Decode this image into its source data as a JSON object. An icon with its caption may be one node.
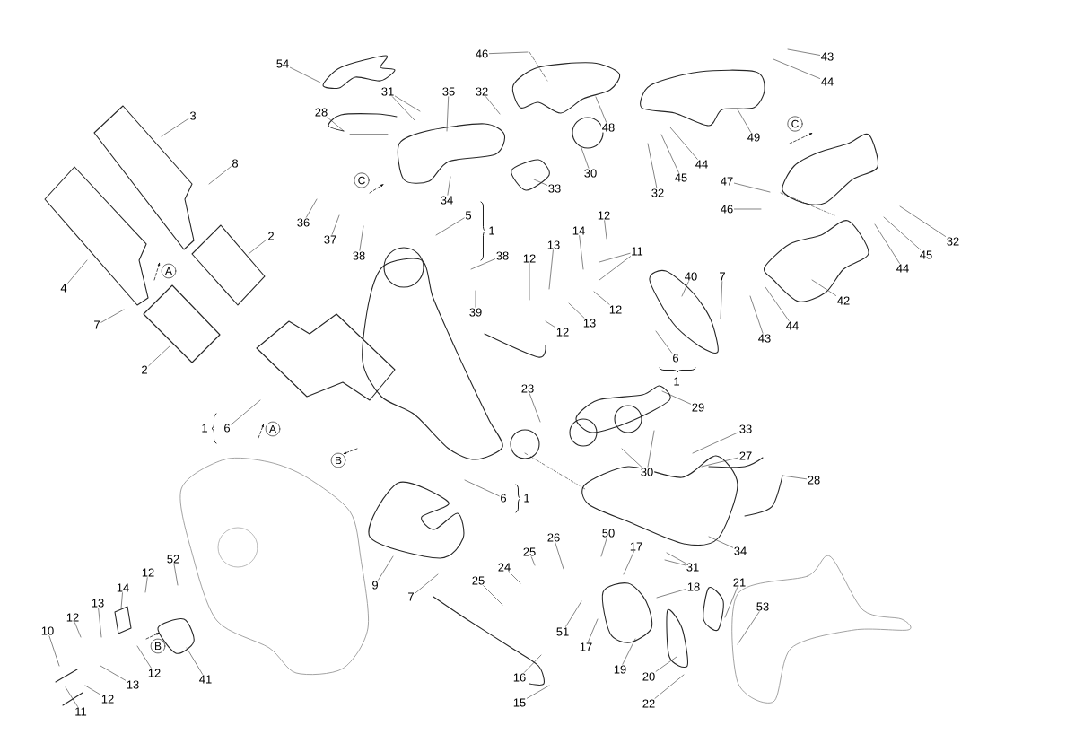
{
  "diagram": {
    "nodes": [
      {
        "text": [
          "46"
        ]
      },
      {
        "text": [
          "43"
        ]
      },
      {
        "text": [
          "54"
        ]
      },
      {
        "text": [
          "44"
        ]
      },
      {
        "text": [
          "31"
        ]
      },
      {
        "text": [
          "35"
        ]
      },
      {
        "text": [
          "32"
        ]
      },
      {
        "text": [
          "28"
        ]
      },
      {
        "text": [
          "3"
        ]
      },
      {
        "text": [
          "48"
        ]
      },
      {
        "text": [
          "49"
        ]
      },
      {
        "text": [
          "8"
        ]
      },
      {
        "text": [
          "44"
        ]
      },
      {
        "text": [
          "30"
        ]
      },
      {
        "text": [
          "45"
        ]
      },
      {
        "text": [
          "47"
        ]
      },
      {
        "text": [
          "33"
        ]
      },
      {
        "text": [
          "32"
        ]
      },
      {
        "text": [
          "34"
        ]
      },
      {
        "text": [
          "46"
        ]
      },
      {
        "text": [
          "5"
        ]
      },
      {
        "text": [
          "12"
        ]
      },
      {
        "text": [
          "36"
        ]
      },
      {
        "text": [
          "14"
        ]
      },
      {
        "text": [
          "2"
        ]
      },
      {
        "text": [
          "37"
        ]
      },
      {
        "text": [
          "32"
        ]
      },
      {
        "text": [
          "13"
        ]
      },
      {
        "text": [
          "11"
        ]
      },
      {
        "text": [
          "38"
        ]
      },
      {
        "text": [
          "38"
        ]
      },
      {
        "text": [
          "12"
        ]
      },
      {
        "text": [
          "45"
        ]
      },
      {
        "text": [
          "44"
        ]
      },
      {
        "text": [
          "4"
        ]
      },
      {
        "text": [
          "42"
        ]
      },
      {
        "text": [
          "12"
        ]
      },
      {
        "text": [
          "39"
        ]
      },
      {
        "text": [
          "40"
        ]
      },
      {
        "text": [
          "7"
        ]
      },
      {
        "text": [
          "13"
        ]
      },
      {
        "text": [
          "7"
        ]
      },
      {
        "text": [
          "44"
        ]
      },
      {
        "text": [
          "12"
        ]
      },
      {
        "text": [
          "43"
        ]
      },
      {
        "text": [
          "6"
        ]
      },
      {
        "text": [
          "2"
        ]
      },
      {
        "text": [
          "23"
        ]
      },
      {
        "text": [
          "29"
        ]
      },
      {
        "text": [
          "6"
        ]
      },
      {
        "text": [
          "33"
        ]
      },
      {
        "text": [
          "27"
        ]
      },
      {
        "text": [
          "30"
        ]
      },
      {
        "text": [
          "28"
        ]
      },
      {
        "text": [
          "6"
        ]
      },
      {
        "text": [
          "50"
        ]
      },
      {
        "text": [
          "26"
        ]
      },
      {
        "text": [
          "17"
        ]
      },
      {
        "text": [
          "34"
        ]
      },
      {
        "text": [
          "25"
        ]
      },
      {
        "text": [
          "31"
        ]
      },
      {
        "text": [
          "24"
        ]
      },
      {
        "text": [
          "25"
        ]
      },
      {
        "text": [
          "18"
        ]
      },
      {
        "text": [
          "21"
        ]
      },
      {
        "text": [
          "9"
        ]
      },
      {
        "text": [
          "7"
        ]
      },
      {
        "text": [
          "53"
        ]
      },
      {
        "text": [
          "51"
        ]
      },
      {
        "text": [
          "17"
        ]
      },
      {
        "text": [
          "19"
        ]
      },
      {
        "text": [
          "20"
        ]
      },
      {
        "text": [
          "16"
        ]
      },
      {
        "text": [
          "22"
        ]
      },
      {
        "text": [
          "15"
        ]
      },
      {
        "text": [
          "52"
        ]
      },
      {
        "text": [
          "12"
        ]
      },
      {
        "text": [
          "14"
        ]
      },
      {
        "text": [
          "13"
        ]
      },
      {
        "text": [
          "12"
        ]
      },
      {
        "text": [
          "10"
        ]
      },
      {
        "text": [
          "41"
        ]
      },
      {
        "text": [
          "12"
        ]
      },
      {
        "text": [
          "13"
        ]
      },
      {
        "text": [
          "12"
        ]
      },
      {
        "text": [
          "11"
        ]
      }
    ],
    "edges": [
      {
        "from": 0,
        "to": null,
        "arrow": "none"
      },
      {
        "from": 1,
        "to": null,
        "arrow": "none"
      },
      {
        "from": 2,
        "to": null,
        "arrow": "none"
      },
      {
        "from": 3,
        "to": null,
        "arrow": "none"
      },
      {
        "from": 4,
        "to": null,
        "arrow": "none"
      },
      {
        "from": 4,
        "to": null,
        "arrow": "none"
      },
      {
        "from": 5,
        "to": null,
        "arrow": "none"
      },
      {
        "from": 6,
        "to": null,
        "arrow": "none"
      },
      {
        "from": 7,
        "to": null,
        "arrow": "none"
      },
      {
        "from": 8,
        "to": null,
        "arrow": "none"
      },
      {
        "from": 9,
        "to": null,
        "arrow": "none"
      },
      {
        "from": 10,
        "to": null,
        "arrow": "none"
      },
      {
        "from": 11,
        "to": null,
        "arrow": "none"
      },
      {
        "from": 12,
        "to": null,
        "arrow": "none"
      },
      {
        "from": 13,
        "to": null,
        "arrow": "none"
      },
      {
        "from": 14,
        "to": null,
        "arrow": "none"
      },
      {
        "from": 15,
        "to": null,
        "arrow": "none"
      },
      {
        "from": 16,
        "to": null,
        "arrow": "none"
      },
      {
        "from": 17,
        "to": null,
        "arrow": "none"
      },
      {
        "from": 18,
        "to": null,
        "arrow": "none"
      },
      {
        "from": 19,
        "to": null,
        "arrow": "none"
      },
      {
        "from": 20,
        "to": null,
        "arrow": "none"
      },
      {
        "from": 21,
        "to": null,
        "arrow": "none"
      },
      {
        "from": 22,
        "to": null,
        "arrow": "none"
      },
      {
        "from": 23,
        "to": null,
        "arrow": "none"
      },
      {
        "from": 24,
        "to": null,
        "arrow": "none"
      },
      {
        "from": 25,
        "to": null,
        "arrow": "none"
      },
      {
        "from": 26,
        "to": null,
        "arrow": "none"
      },
      {
        "from": 27,
        "to": null,
        "arrow": "none"
      },
      {
        "from": 28,
        "to": null,
        "arrow": "none"
      },
      {
        "from": 28,
        "to": null,
        "arrow": "none"
      },
      {
        "from": 29,
        "to": null,
        "arrow": "none"
      },
      {
        "from": 30,
        "to": null,
        "arrow": "none"
      },
      {
        "from": 31,
        "to": null,
        "arrow": "none"
      },
      {
        "from": 32,
        "to": null,
        "arrow": "none"
      },
      {
        "from": 33,
        "to": null,
        "arrow": "none"
      },
      {
        "from": 34,
        "to": null,
        "arrow": "none"
      },
      {
        "from": 35,
        "to": null,
        "arrow": "none"
      },
      {
        "from": 36,
        "to": null,
        "arrow": "none"
      },
      {
        "from": 37,
        "to": null,
        "arrow": "none"
      },
      {
        "from": 38,
        "to": null,
        "arrow": "none"
      },
      {
        "from": 39,
        "to": null,
        "arrow": "none"
      },
      {
        "from": 40,
        "to": null,
        "arrow": "none"
      },
      {
        "from": 41,
        "to": null,
        "arrow": "none"
      },
      {
        "from": 42,
        "to": null,
        "arrow": "none"
      },
      {
        "from": 43,
        "to": null,
        "arrow": "none"
      },
      {
        "from": 44,
        "to": null,
        "arrow": "none"
      },
      {
        "from": 45,
        "to": null,
        "arrow": "none"
      },
      {
        "from": 46,
        "to": null,
        "arrow": "none"
      },
      {
        "from": 47,
        "to": null,
        "arrow": "none"
      },
      {
        "from": 48,
        "to": null,
        "arrow": "none"
      },
      {
        "from": 49,
        "to": null,
        "arrow": "none"
      },
      {
        "from": 50,
        "to": null,
        "arrow": "none"
      },
      {
        "from": 51,
        "to": null,
        "arrow": "none"
      },
      {
        "from": 52,
        "to": null,
        "arrow": "none"
      },
      {
        "from": 52,
        "to": null,
        "arrow": "none"
      },
      {
        "from": 53,
        "to": null,
        "arrow": "none"
      },
      {
        "from": 54,
        "to": null,
        "arrow": "none"
      },
      {
        "from": 55,
        "to": null,
        "arrow": "none"
      },
      {
        "from": 56,
        "to": null,
        "arrow": "none"
      },
      {
        "from": 57,
        "to": null,
        "arrow": "none"
      },
      {
        "from": 58,
        "to": null,
        "arrow": "none"
      },
      {
        "from": 59,
        "to": null,
        "arrow": "none"
      },
      {
        "from": 60,
        "to": null,
        "arrow": "none"
      },
      {
        "from": 60,
        "to": null,
        "arrow": "none"
      },
      {
        "from": 61,
        "to": null,
        "arrow": "none"
      },
      {
        "from": 62,
        "to": null,
        "arrow": "none"
      },
      {
        "from": 63,
        "to": null,
        "arrow": "none"
      },
      {
        "from": 64,
        "to": null,
        "arrow": "none"
      },
      {
        "from": 65,
        "to": null,
        "arrow": "none"
      },
      {
        "from": 66,
        "to": null,
        "arrow": "none"
      },
      {
        "from": 67,
        "to": null,
        "arrow": "none"
      },
      {
        "from": 68,
        "to": null,
        "arrow": "none"
      },
      {
        "from": 69,
        "to": null,
        "arrow": "none"
      },
      {
        "from": 70,
        "to": null,
        "arrow": "none"
      },
      {
        "from": 71,
        "to": null,
        "arrow": "none"
      },
      {
        "from": 72,
        "to": null,
        "arrow": "none"
      },
      {
        "from": 73,
        "to": null,
        "arrow": "none"
      },
      {
        "from": 74,
        "to": null,
        "arrow": "none"
      },
      {
        "from": 75,
        "to": null,
        "arrow": "none"
      },
      {
        "from": 76,
        "to": null,
        "arrow": "none"
      },
      {
        "from": 77,
        "to": null,
        "arrow": "none"
      },
      {
        "from": 78,
        "to": null,
        "arrow": "none"
      },
      {
        "from": 79,
        "to": null,
        "arrow": "none"
      },
      {
        "from": 80,
        "to": null,
        "arrow": "none"
      },
      {
        "from": 81,
        "to": null,
        "arrow": "none"
      },
      {
        "from": 82,
        "to": null,
        "arrow": "none"
      },
      {
        "from": 83,
        "to": null,
        "arrow": "none"
      },
      {
        "from": 84,
        "to": null,
        "arrow": "none"
      },
      {
        "from": 85,
        "to": null,
        "arrow": "none"
      }
    ],
    "labels": [
      "C",
      "C",
      "1",
      "A",
      "1",
      "1",
      "A",
      "B",
      "1",
      "B"
    ]
  }
}
